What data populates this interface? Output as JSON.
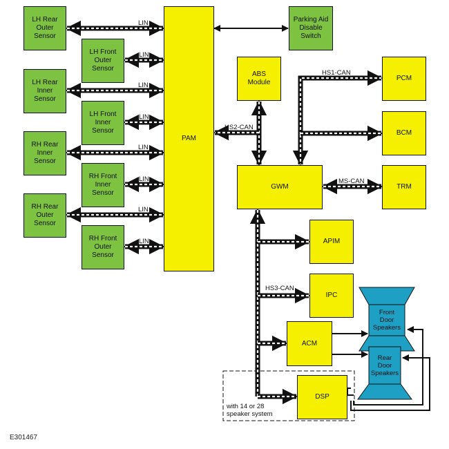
{
  "modules": {
    "lh_rear_outer": "LH Rear\nOuter\nSensor",
    "lh_front_outer": "LH Front\nOuter\nSensor",
    "lh_rear_inner": "LH Rear\nInner\nSensor",
    "lh_front_inner": "LH Front\nInner\nSensor",
    "rh_rear_inner": "RH Rear\nInner\nSensor",
    "rh_front_inner": "RH Front\nInner\nSensor",
    "rh_rear_outer": "RH Rear\nOuter\nSensor",
    "rh_front_outer": "RH Front\nOuter\nSensor",
    "pam": "PAM",
    "parking_aid_switch": "Parking Aid\nDisable\nSwitch",
    "abs": "ABS\nModule",
    "pcm": "PCM",
    "bcm": "BCM",
    "gwm": "GWM",
    "trm": "TRM",
    "apim": "APIM",
    "ipc": "IPC",
    "acm": "ACM",
    "dsp": "DSP"
  },
  "speakers": {
    "front": "Front\nDoor\nSpeakers",
    "rear": "Rear\nDoor\nSpeakers"
  },
  "bus_labels": {
    "lin": "LIN",
    "hs1_can": "HS1-CAN",
    "hs2_can": "HS2-CAN",
    "ms_can": "MS-CAN",
    "hs3_can": "HS3-CAN"
  },
  "option_note": "with 14 or 28\nspeaker system",
  "figure_id": "E301467",
  "colors": {
    "sensor": "#7ec242",
    "module": "#f4f000",
    "speaker": "#1e9fc4",
    "line": "#111111"
  }
}
